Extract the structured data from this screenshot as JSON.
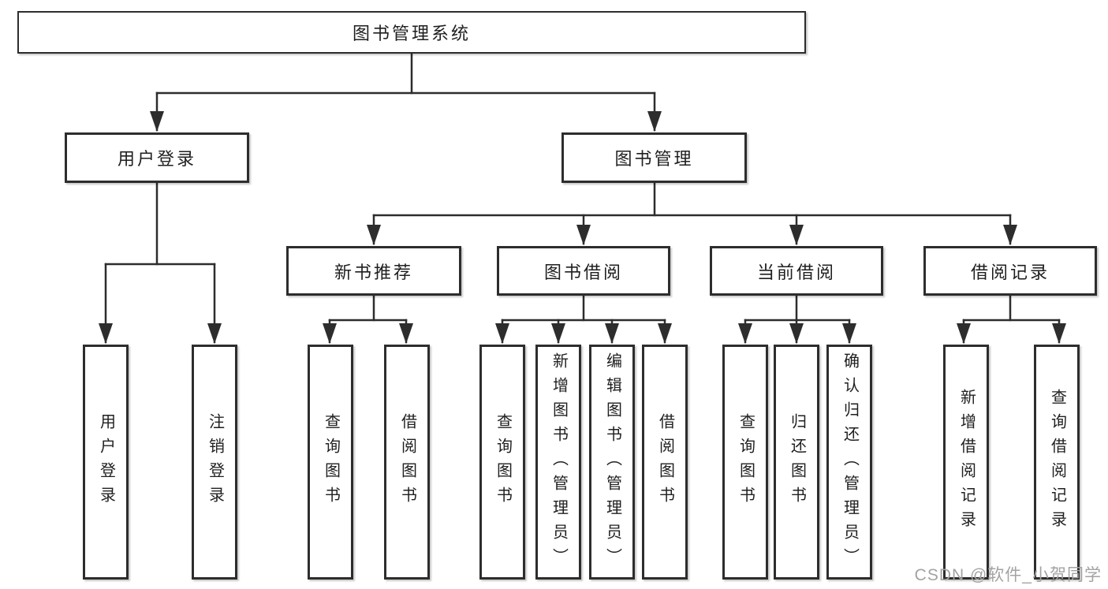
{
  "diagram": {
    "type": "hierarchy-tree",
    "root": "图书管理系统",
    "branches": [
      {
        "label": "用户登录",
        "children": [
          {
            "label": "用户登录"
          },
          {
            "label": "注销登录"
          }
        ]
      },
      {
        "label": "图书管理",
        "children": [
          {
            "label": "新书推荐",
            "children": [
              {
                "label": "查询图书"
              },
              {
                "label": "借阅图书"
              }
            ]
          },
          {
            "label": "图书借阅",
            "children": [
              {
                "label": "查询图书"
              },
              {
                "label": "新增图书（管理员）"
              },
              {
                "label": "编辑图书（管理员）"
              },
              {
                "label": "借阅图书"
              }
            ]
          },
          {
            "label": "当前借阅",
            "children": [
              {
                "label": "查询图书"
              },
              {
                "label": "归还图书"
              },
              {
                "label": "确认归还（管理员）"
              }
            ]
          },
          {
            "label": "借阅记录",
            "children": [
              {
                "label": "新增借阅记录"
              },
              {
                "label": "查询借阅记录"
              }
            ]
          }
        ]
      }
    ]
  },
  "watermark": "CSDN @软件_小贺同学",
  "colors": {
    "line": "#2d2d2d",
    "box_border": "#2d2d2d",
    "text": "#1f1f1f",
    "watermark": "#a3a3a3",
    "background": "#ffffff"
  }
}
